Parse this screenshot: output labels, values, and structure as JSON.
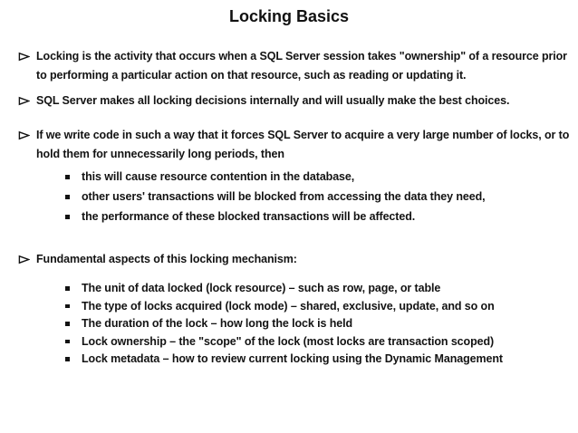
{
  "slide": {
    "title": "Locking Basics",
    "colors": {
      "background": "#ffffff",
      "text": "#131313"
    },
    "icons": {
      "level1_bullet": "arrowhead-bullet-icon",
      "level2_bullet": "square-bullet-icon"
    },
    "bullets": [
      {
        "text": "Locking is the activity that occurs when a SQL Server session takes \"ownership\" of a resource prior to performing a particular action on that resource, such as reading or updating it.",
        "sub_items": []
      },
      {
        "text": "SQL Server makes all locking decisions internally and will usually make the best choices.",
        "sub_items": []
      },
      {
        "text": "If we write code in such a way that it forces SQL Server to acquire a very large number of locks, or to hold them for unnecessarily long periods, then",
        "sub_items": [
          "this will cause resource contention in the database,",
          "other users' transactions will be blocked from accessing the data they need,",
          "the performance of these blocked transactions will be affected."
        ]
      },
      {
        "text": "Fundamental aspects of this locking mechanism:",
        "sub_items": [
          "The unit of data locked (lock resource) – such as row, page, or table",
          "The type of locks acquired (lock mode) – shared, exclusive, update, and so on",
          "The duration of the lock – how long the lock is held",
          "Lock ownership – the \"scope\" of the lock (most locks are transaction scoped)",
          "Lock metadata – how to review current locking using the Dynamic Management"
        ]
      }
    ]
  }
}
